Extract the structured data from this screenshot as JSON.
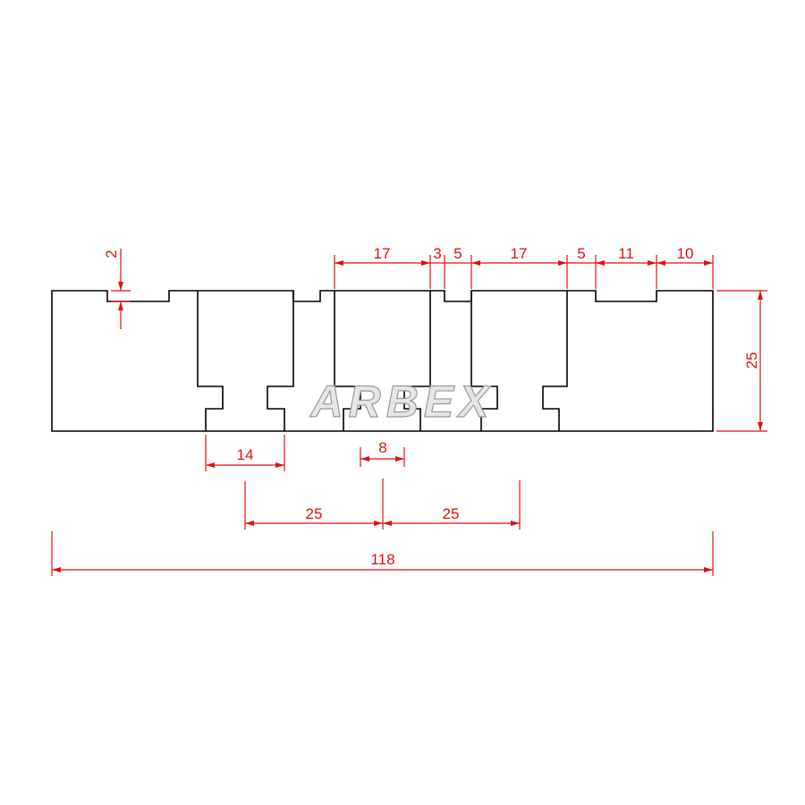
{
  "watermark": "ARBEX",
  "colors": {
    "outline": "#000000",
    "dimension": "#e01010"
  },
  "dimensions": {
    "notch_depth": "2",
    "top": [
      "17",
      "3",
      "5",
      "17",
      "5",
      "11",
      "10"
    ],
    "height": "25",
    "slot_width": "14",
    "center_neck": "8",
    "pitch_left": "25",
    "pitch_right": "25",
    "overall_width": "118"
  }
}
